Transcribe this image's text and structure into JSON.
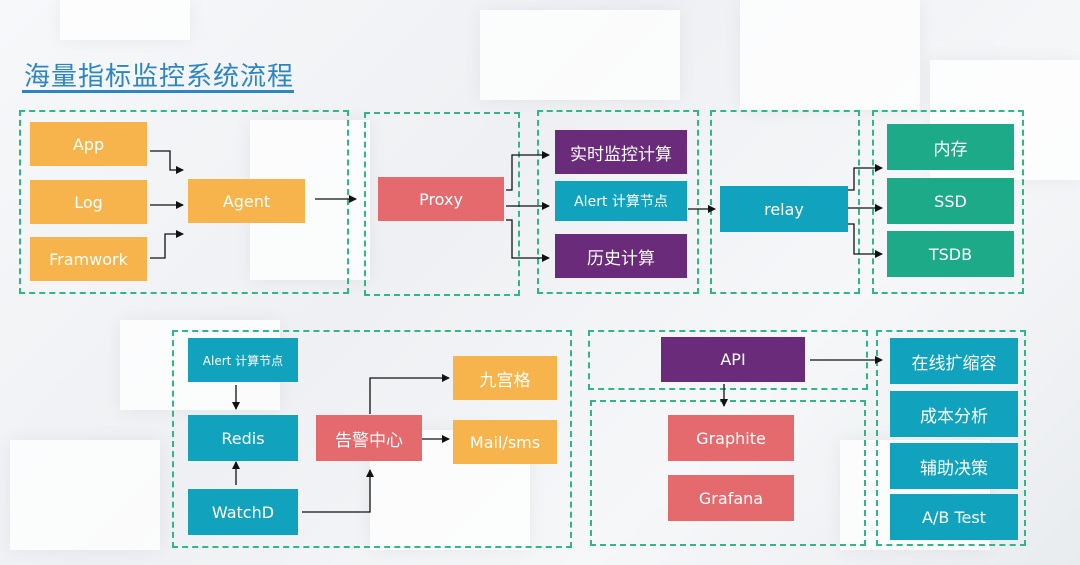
{
  "title": "海量指标监控系统流程",
  "colors": {
    "accent": "#2E86C1",
    "group_border": "#2FB886",
    "orange": "#F7B44C",
    "red": "#E46A6E",
    "purple": "#6A2C7A",
    "teal": "#11A3BD",
    "green": "#1DAA88"
  },
  "nodes": {
    "app": "App",
    "log": "Log",
    "framwork": "Framwork",
    "agent": "Agent",
    "proxy": "Proxy",
    "realtime": "实时监控计算",
    "alert_compute": "Alert 计算节点",
    "history": "历史计算",
    "relay": "relay",
    "memory": "内存",
    "ssd": "SSD",
    "tsdb": "TSDB",
    "alert_node2": "Alert 计算节点",
    "redis": "Redis",
    "watchd": "WatchD",
    "alarm_center": "告警中心",
    "jiugongge": "九宫格",
    "mail_sms": "Mail/sms",
    "api": "API",
    "graphite": "Graphite",
    "grafana": "Grafana",
    "scaling": "在线扩缩容",
    "cost": "成本分析",
    "decision": "辅助决策",
    "abtest": "A/B Test"
  }
}
